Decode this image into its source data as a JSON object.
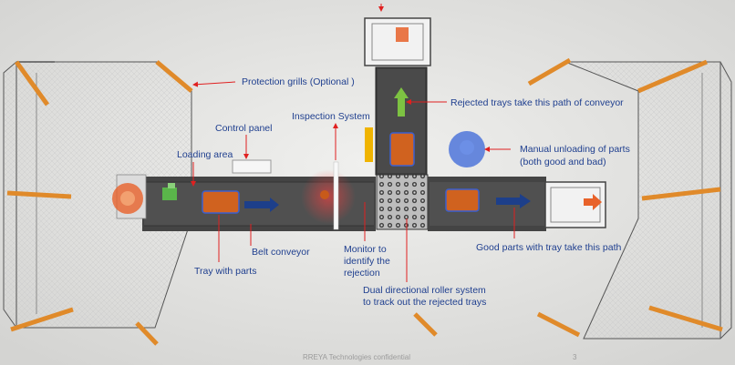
{
  "labels": {
    "protection_grills": "Protection grills (Optional )",
    "rejected_path": "Rejected trays take this path of conveyor",
    "inspection_system": "Inspection System",
    "control_panel": "Control panel",
    "manual_unloading_1": "Manual unloading of parts",
    "manual_unloading_2": "(both good and bad)",
    "loading_area": "Loading area",
    "belt_conveyor": "Belt conveyor",
    "tray_with_parts": "Tray with parts",
    "monitor_1": "Monitor to",
    "monitor_2": "identify the",
    "monitor_3": "rejection",
    "roller_1": "Dual directional  roller system",
    "roller_2": "to track out the rejected trays",
    "good_parts": "Good parts with tray take this path"
  },
  "footer": {
    "confidential": "RREYA Technologies confidential",
    "page": "3"
  },
  "colors": {
    "label_text": "#1f3f8f",
    "callout_line": "#e02020",
    "tray_fill": "#d0621f",
    "tray_border": "#3a5fd0",
    "direction_arrow_blue": "#1d3f8a",
    "direction_arrow_green": "#7dc242",
    "grill_rail": "#e08a2a"
  }
}
